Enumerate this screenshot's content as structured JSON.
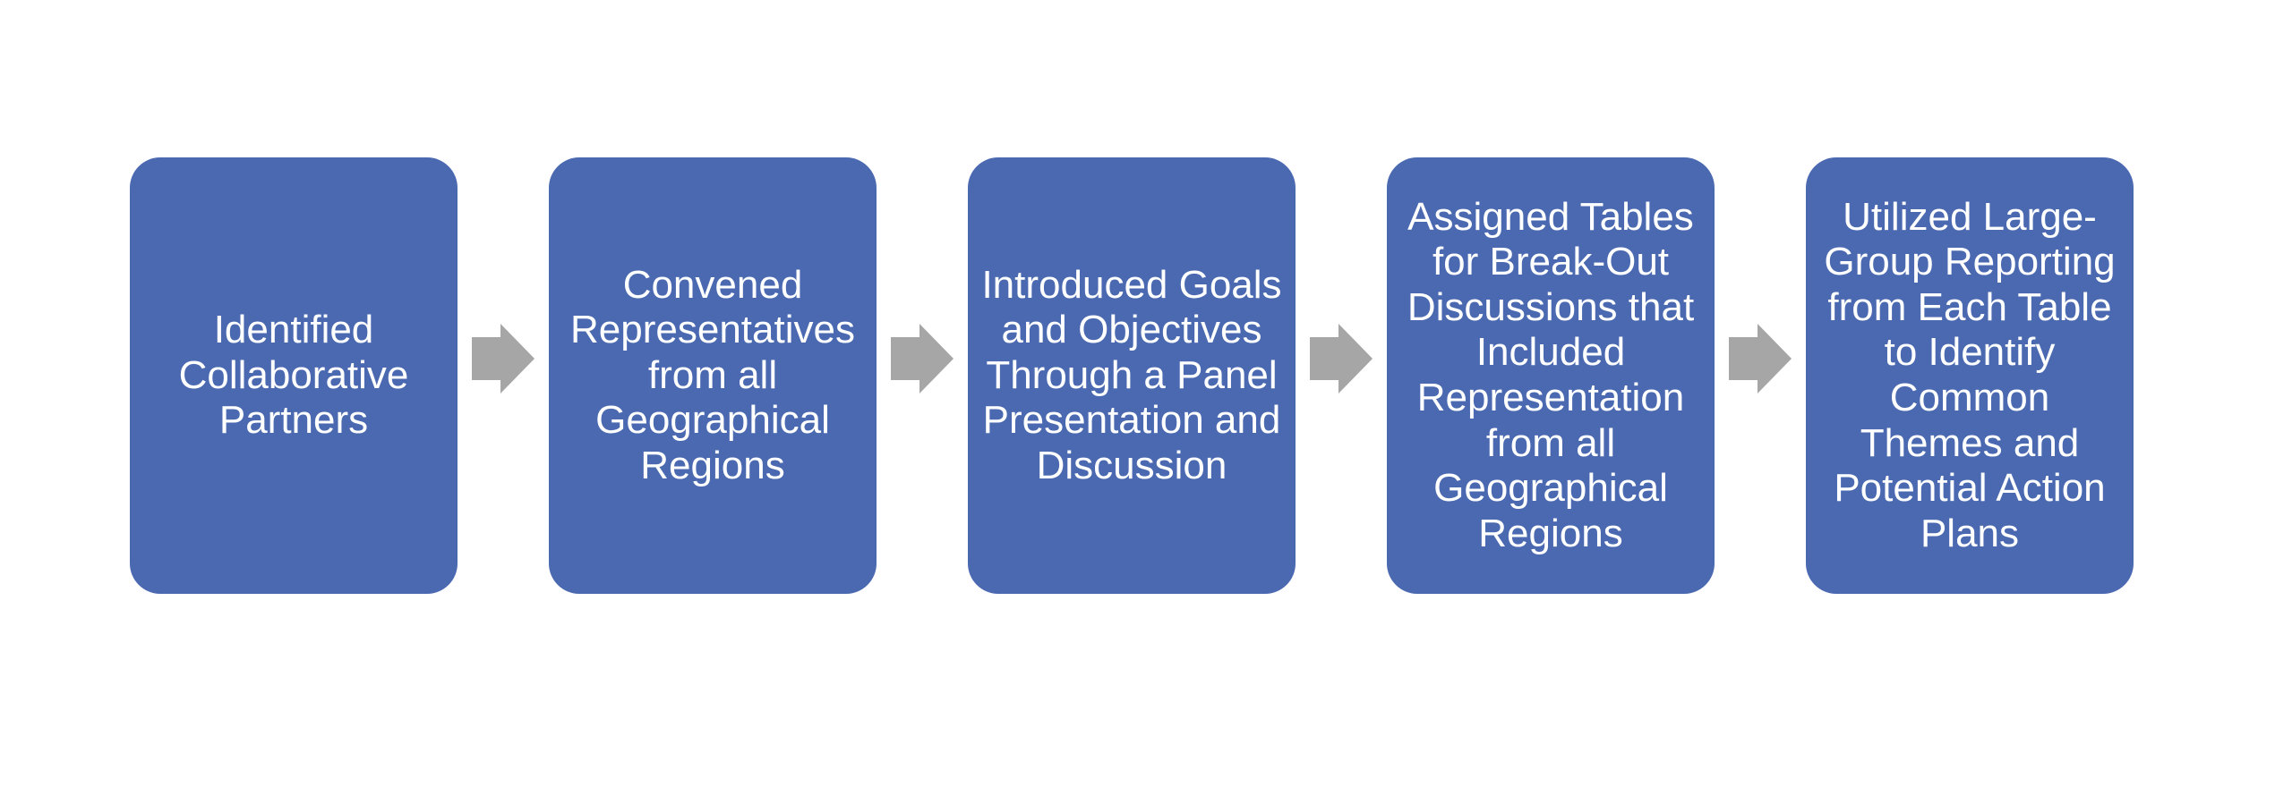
{
  "diagram": {
    "type": "process-flow",
    "direction": "left-to-right",
    "box_fill": "#4a69b1",
    "box_text_color": "#ffffff",
    "arrow_color": "#a6a6a6",
    "background_color": "#ffffff",
    "connector_icon": "right-block-arrow",
    "steps": [
      {
        "label": "Identified\nCollaborative\nPartners"
      },
      {
        "label": "Convened\nRepresentatives\nfrom all\nGeographical\nRegions"
      },
      {
        "label": "Introduced Goals\nand Objectives\nThrough a Panel\nPresentation and\nDiscussion"
      },
      {
        "label": "Assigned Tables\nfor Break-Out\nDiscussions that\nIncluded\nRepresentation\nfrom all\nGeographical\nRegions"
      },
      {
        "label": "Utilized Large-\nGroup Reporting\nfrom Each Table\nto Identify\nCommon\nThemes and\nPotential Action\nPlans"
      }
    ]
  }
}
